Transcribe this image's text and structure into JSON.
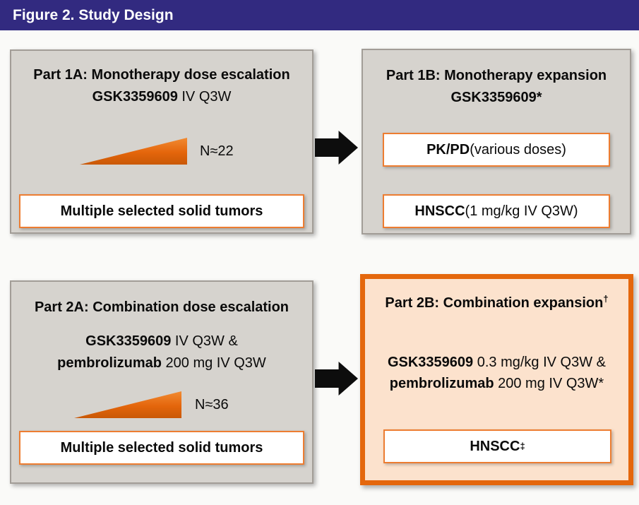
{
  "colors": {
    "header_bg": "#322a80",
    "header_text": "#ffffff",
    "box_fill": "#d6d3ce",
    "box_border": "#a29d97",
    "accent_orange": "#e4670d",
    "pill_border": "#ed7d31",
    "part2b_fill": "#fce2cd",
    "wedge_orange": "#e4650b",
    "arrow_black": "#0d0d0d",
    "text": "#0a0a0a"
  },
  "header": {
    "title": "Figure 2. Study Design"
  },
  "part1a": {
    "title": "Part 1A: Monotherapy dose escalation",
    "regimen_drug": "GSK3359609",
    "regimen_rest": " IV Q3W",
    "n_label": "N≈22",
    "population": "Multiple selected solid tumors"
  },
  "part1b": {
    "title": "Part 1B: Monotherapy expansion",
    "subtitle": "GSK3359609*",
    "pill1_bold": "PK/PD",
    "pill1_rest": " (various doses)",
    "pill2_bold": "HNSCC",
    "pill2_rest": " (1 mg/kg IV Q3W)"
  },
  "part2a": {
    "title": "Part 2A: Combination dose escalation",
    "line1_drug": "GSK3359609",
    "line1_rest": " IV Q3W &",
    "line2_drug": "pembrolizumab",
    "line2_rest": " 200 mg IV Q3W",
    "n_label": "N≈36",
    "population": "Multiple selected solid tumors"
  },
  "part2b": {
    "title": "Part 2B: Combination expansion",
    "title_sup": "†",
    "line1_drug": "GSK3359609",
    "line1_rest": " 0.3 mg/kg IV Q3W &",
    "line2_drug": "pembrolizumab",
    "line2_rest": " 200 mg IV Q3W*",
    "population": "HNSCC",
    "population_sup": "‡"
  }
}
